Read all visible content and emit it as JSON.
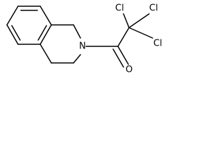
{
  "structure": {
    "atoms": [
      {
        "id": "N",
        "label": "N"
      },
      {
        "id": "O",
        "label": "O"
      },
      {
        "id": "Cl_top_left",
        "label": "Cl"
      },
      {
        "id": "Cl_top_right",
        "label": "Cl"
      },
      {
        "id": "Cl_right",
        "label": "Cl"
      }
    ],
    "bond_color": "#000000"
  }
}
